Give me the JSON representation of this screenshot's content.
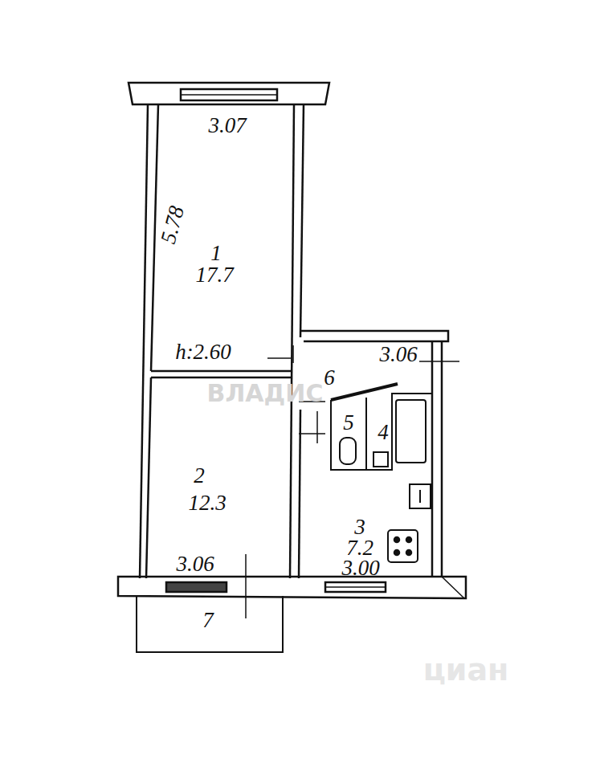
{
  "diagram": {
    "nodes": [
      {
        "text": [
          "3.07",
          "5.78",
          "1",
          "17.7",
          "h:2.60"
        ]
      },
      {
        "text": [
          "2",
          "12.3",
          "3.06"
        ]
      },
      {
        "text": [
          "6",
          "3.06"
        ]
      },
      {
        "text": [
          "5"
        ]
      },
      {
        "text": [
          "4"
        ]
      },
      {
        "text": [
          "3",
          "7.2",
          "3.00"
        ]
      },
      {
        "text": [
          "7"
        ]
      }
    ],
    "edges": [],
    "labels": [
      "ВЛАДИС",
      "циан"
    ]
  }
}
